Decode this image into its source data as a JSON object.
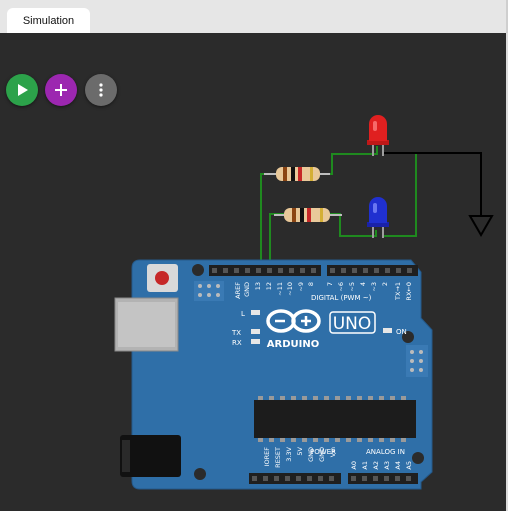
{
  "tabs": [
    {
      "label": "Simulation"
    }
  ],
  "toolbar": {
    "play": {
      "icon": "play-icon",
      "color": "#2ca24a"
    },
    "add": {
      "icon": "plus-icon",
      "color": "#9c27b0"
    },
    "more": {
      "icon": "more-vertical-icon",
      "color": "#6b6b6b"
    }
  },
  "board": {
    "model_badge": "UNO",
    "brand": "ARDUINO",
    "color": "#2f6fa8",
    "labels": {
      "l": "L",
      "tx": "TX",
      "rx": "RX",
      "on": "ON",
      "digital": "DIGITAL (PWM ~)",
      "power": "POWER",
      "analog": "ANALOG IN"
    },
    "digital_pins": [
      "AREF",
      "GND",
      "13",
      "12",
      "~11",
      "~10",
      "~9",
      "8",
      "7",
      "~6",
      "~5",
      "4",
      "~3",
      "2",
      "TX→1",
      "RX←0"
    ],
    "power_pins": [
      "IOREF",
      "RESET",
      "3.3V",
      "5V",
      "GND",
      "GND",
      "Vin"
    ],
    "analog_pins": [
      "A0",
      "A1",
      "A2",
      "A3",
      "A4",
      "A5"
    ]
  },
  "components": {
    "led_red_color": "#e02020",
    "led_blue_color": "#2030d0",
    "wire_color": "#1f8a1f",
    "ground_wire_color": "#000000"
  }
}
